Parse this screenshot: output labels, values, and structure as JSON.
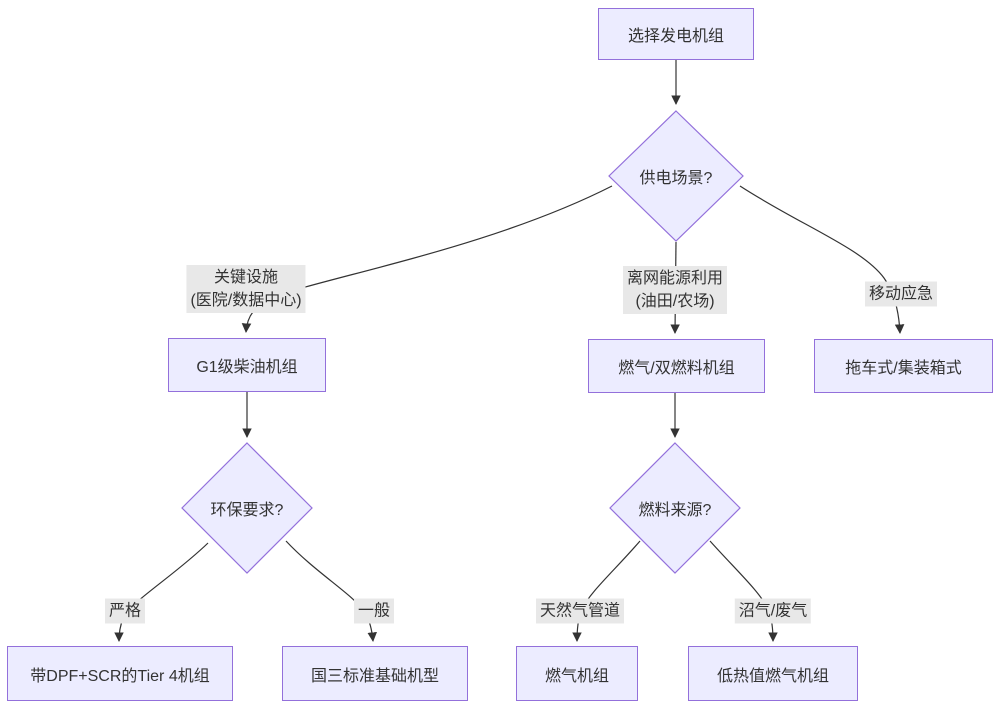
{
  "nodes": {
    "start": {
      "label": "选择发电机组"
    },
    "scenario": {
      "label": "供电场景?"
    },
    "g1_diesel": {
      "label": "G1级柴油机组"
    },
    "gas_dual": {
      "label": "燃气/双燃料机组"
    },
    "trailer": {
      "label": "拖车式/集装箱式"
    },
    "env_req": {
      "label": "环保要求?"
    },
    "fuel_source": {
      "label": "燃料来源?"
    },
    "tier4": {
      "label": "带DPF+SCR的Tier 4机组"
    },
    "guosan": {
      "label": "国三标准基础机型"
    },
    "gas_unit": {
      "label": "燃气机组"
    },
    "low_heat_gas": {
      "label": "低热值燃气机组"
    }
  },
  "edge_labels": {
    "critical_facility": "关键设施\n(医院/数据中心)",
    "offgrid_energy": "离网能源利用\n(油田/农场)",
    "mobile_emergency": "移动应急",
    "strict": "严格",
    "general": "一般",
    "natural_gas_pipeline": "天然气管道",
    "biogas_waste_gas": "沼气/废气"
  },
  "colors": {
    "node_fill": "#ECECFF",
    "node_border": "#9370DB",
    "edge": "#333333",
    "edge_label_bg": "#e8e8e8",
    "text": "#333333",
    "background": "#ffffff"
  }
}
